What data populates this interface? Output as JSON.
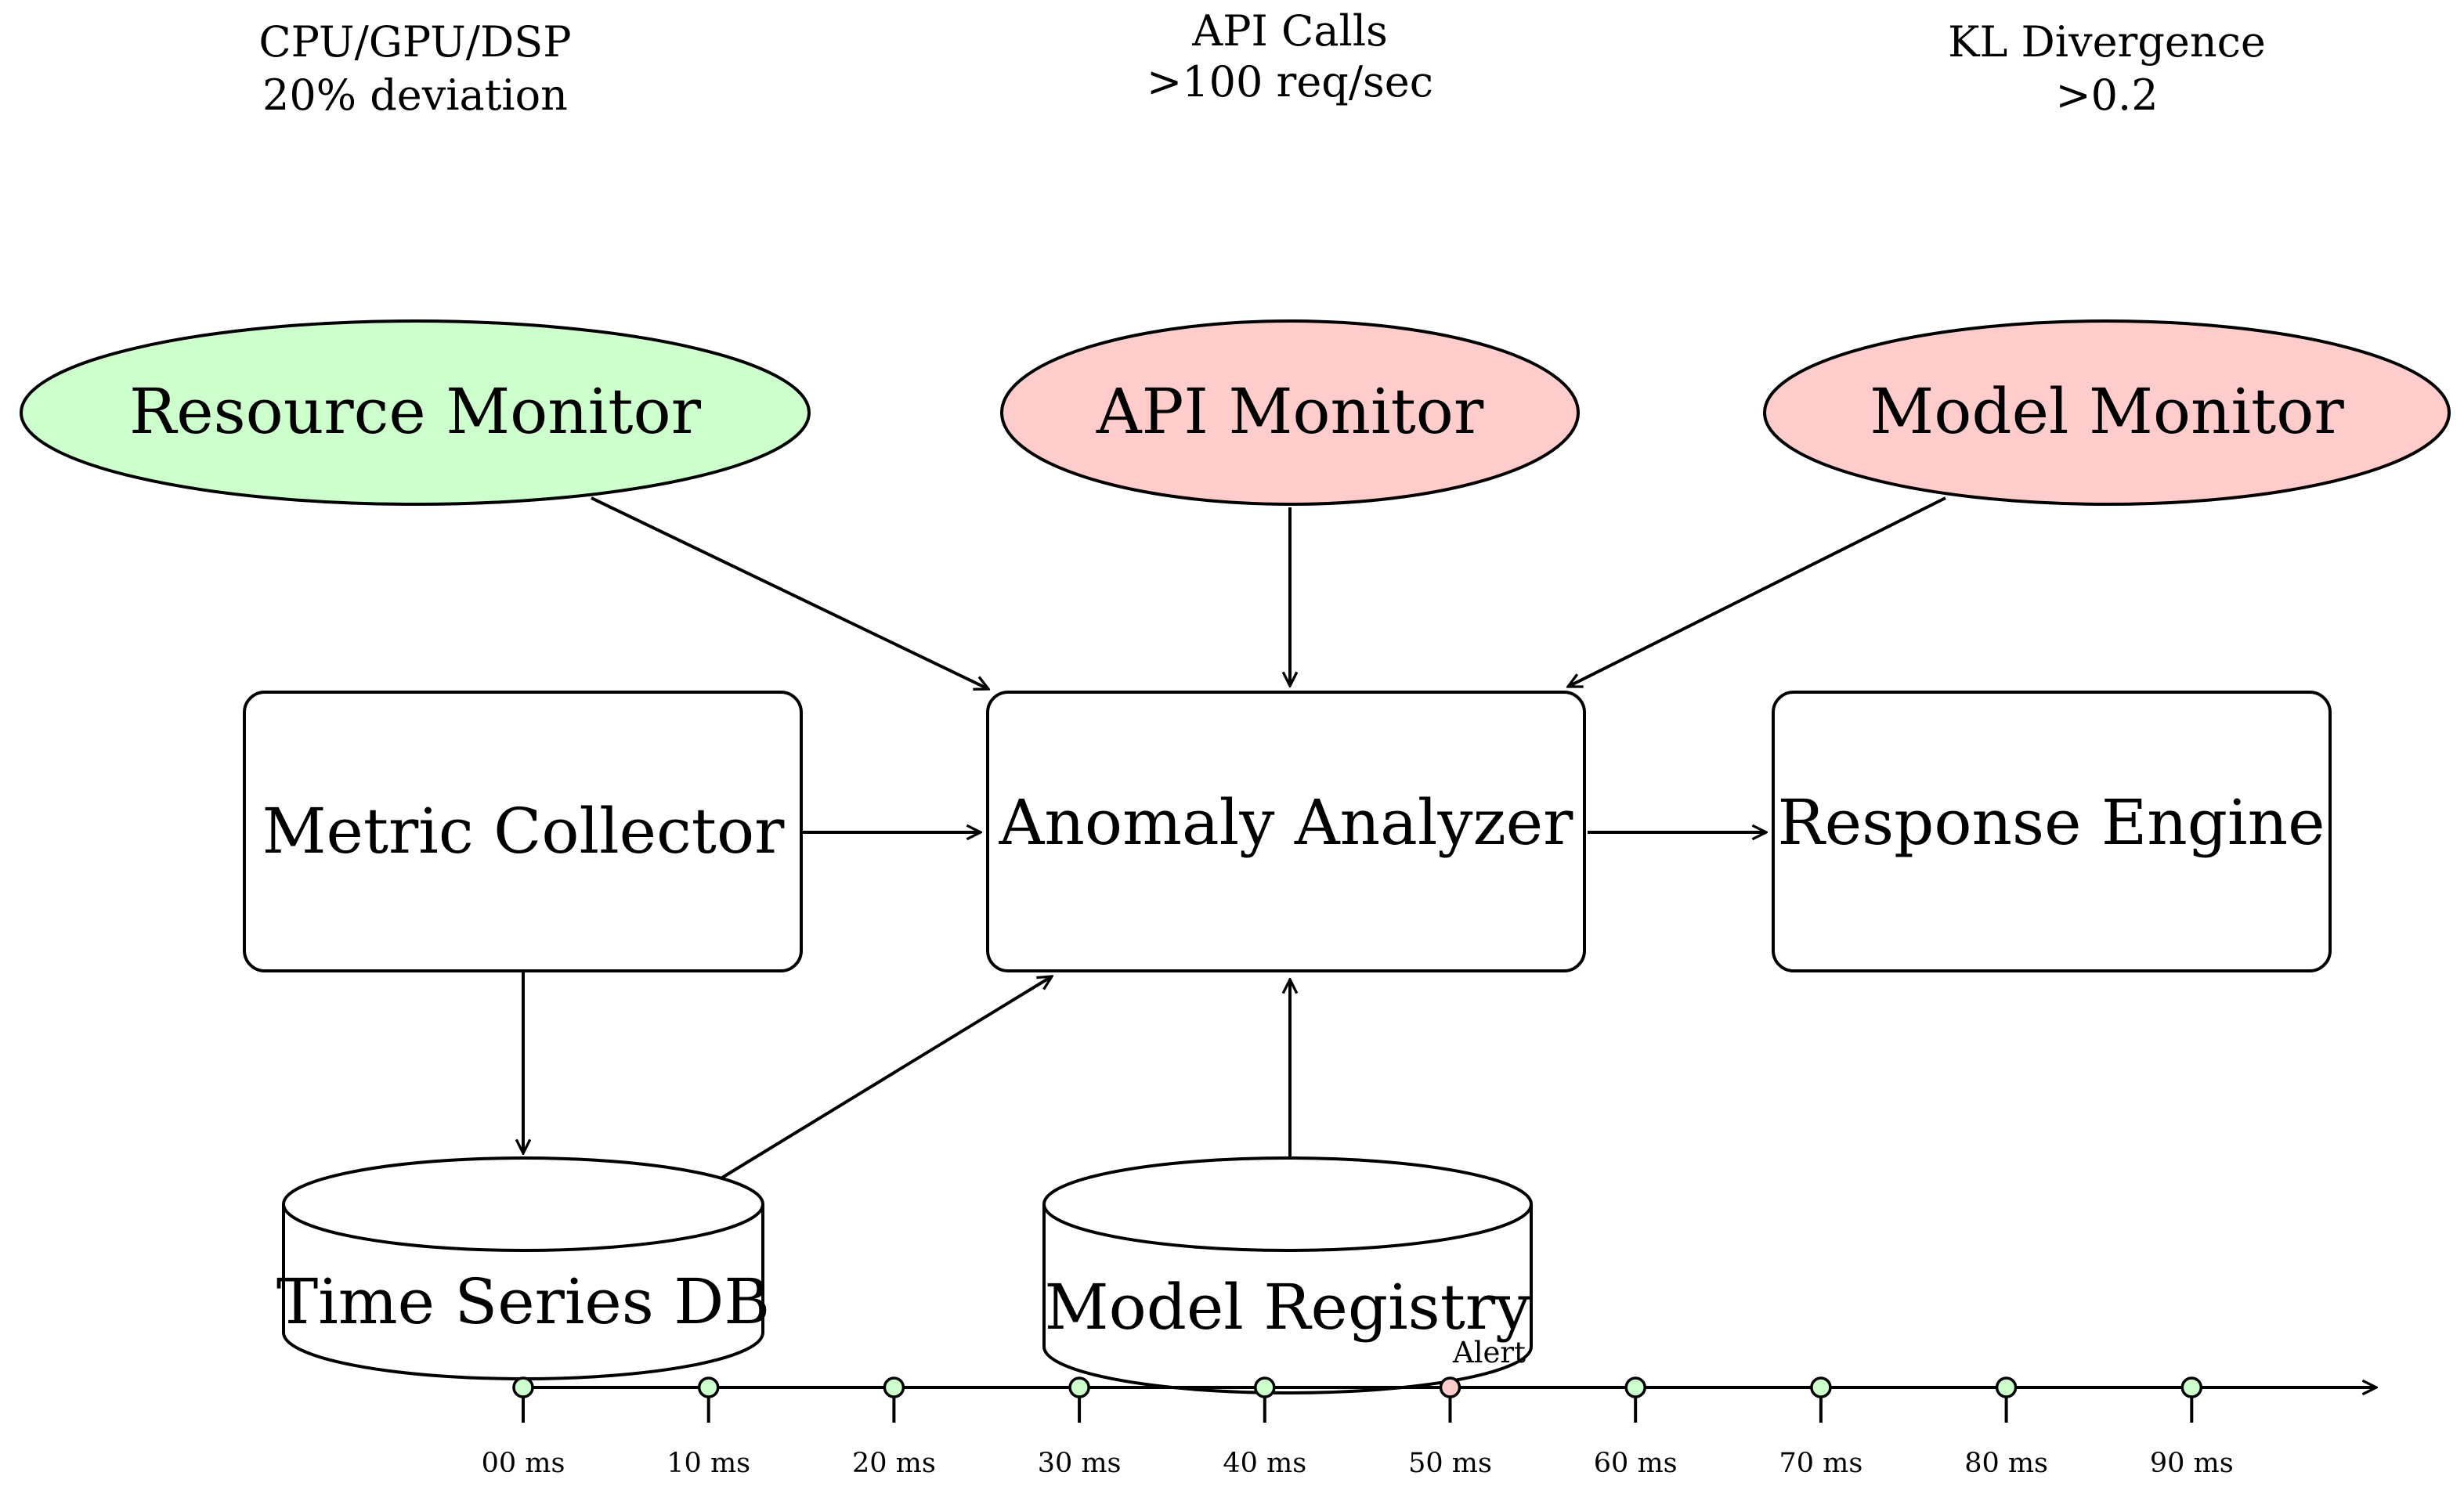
{
  "thresholds": {
    "resource": {
      "line1": "CPU/GPU/DSP",
      "line2": "20% deviation"
    },
    "api": {
      "line1": "API Calls",
      "line2": ">100 req/sec"
    },
    "model": {
      "line1": "KL Divergence",
      "line2": ">0.2"
    }
  },
  "monitors": {
    "resource": {
      "label": "Resource Monitor",
      "status": "normal"
    },
    "api": {
      "label": "API Monitor",
      "status": "alert"
    },
    "model": {
      "label": "Model Monitor",
      "status": "alert"
    }
  },
  "components": {
    "collector": {
      "label": "Metric Collector"
    },
    "analyzer": {
      "label": "Anomaly Analyzer"
    },
    "response": {
      "label": "Response Engine"
    }
  },
  "stores": {
    "timeseries": {
      "label": "Time Series DB"
    },
    "registry": {
      "label": "Model Registry"
    }
  },
  "timeline": {
    "ticks": [
      {
        "label": "00 ms",
        "status": "normal"
      },
      {
        "label": "10 ms",
        "status": "normal"
      },
      {
        "label": "20 ms",
        "status": "normal"
      },
      {
        "label": "30 ms",
        "status": "normal"
      },
      {
        "label": "40 ms",
        "status": "normal"
      },
      {
        "label": "50 ms",
        "status": "alert"
      },
      {
        "label": "60 ms",
        "status": "normal"
      },
      {
        "label": "70 ms",
        "status": "normal"
      },
      {
        "label": "80 ms",
        "status": "normal"
      },
      {
        "label": "90 ms",
        "status": "normal"
      }
    ],
    "alert_label": "Alert"
  },
  "colors": {
    "normal": "#ccffcc",
    "alert": "#ffcccc",
    "stroke": "#000000"
  }
}
